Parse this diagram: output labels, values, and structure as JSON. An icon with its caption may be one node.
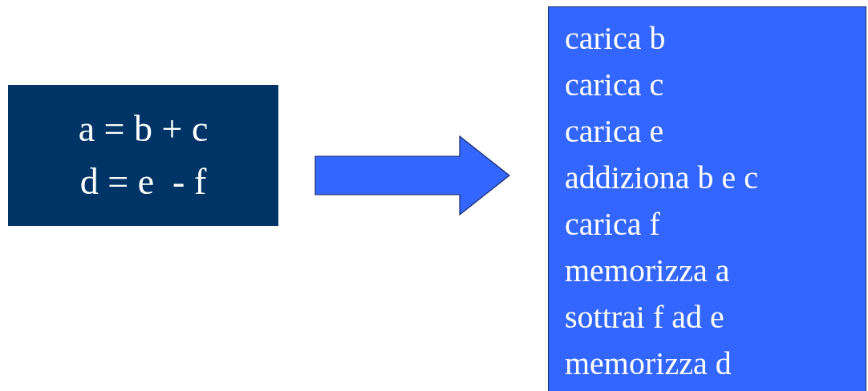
{
  "diagram": {
    "nodes": [
      {
        "text": [
          "a = b + c",
          "d = e  - f"
        ]
      },
      {
        "text": [
          "carica b",
          "carica c",
          "carica e",
          "addiziona b e c",
          "carica f",
          "memorizza a",
          "sottrai f ad e",
          "memorizza d"
        ]
      }
    ],
    "edges": [
      {
        "from": 0,
        "to": 1,
        "arrow": "to"
      }
    ]
  }
}
